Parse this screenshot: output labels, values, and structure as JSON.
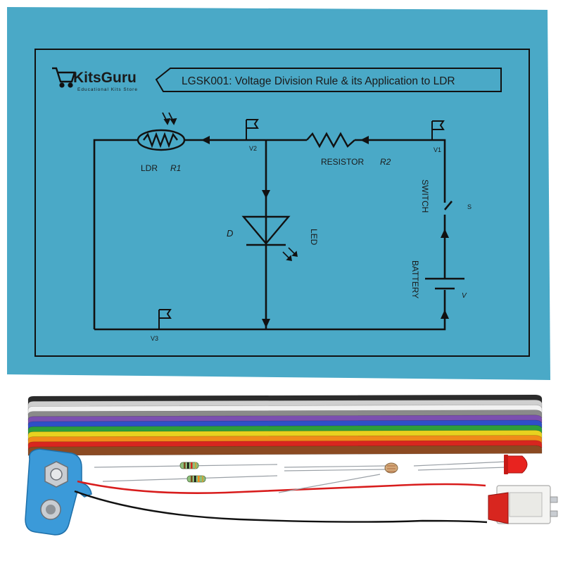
{
  "sheet": {
    "brand": "KitsGuru",
    "brand_tagline": "Educational Kits Store",
    "title": "LGSK001: Voltage Division Rule & its Application to LDR",
    "background_color": "#4aa9c7",
    "line_color": "#111111"
  },
  "circuit": {
    "ldr_label": "LDR",
    "ldr_ref": "R1",
    "resistor_label": "RESISTOR",
    "resistor_ref": "R2",
    "diode_ref": "D",
    "led_label": "LED",
    "switch_label": "SWITCH",
    "switch_ref": "S",
    "battery_label": "BATTERY",
    "battery_ref": "V",
    "node_v1": "V1",
    "node_v2": "V2",
    "node_v3": "V3"
  },
  "components": {
    "ribbon_cable_colors": [
      "#2b2b2b",
      "#cfcfcf",
      "#f2f2f2",
      "#8a8a8a",
      "#7b4fb0",
      "#2f4fc8",
      "#2e9e3a",
      "#e8d21f",
      "#f08a1a",
      "#d8261f",
      "#8b4a22"
    ],
    "battery_clip_color": "#3b9ad9",
    "led_color": "#e8231f",
    "rocker_switch_color": "#d8261f",
    "wire_red_color": "#d81c1c",
    "wire_black_color": "#111111"
  }
}
